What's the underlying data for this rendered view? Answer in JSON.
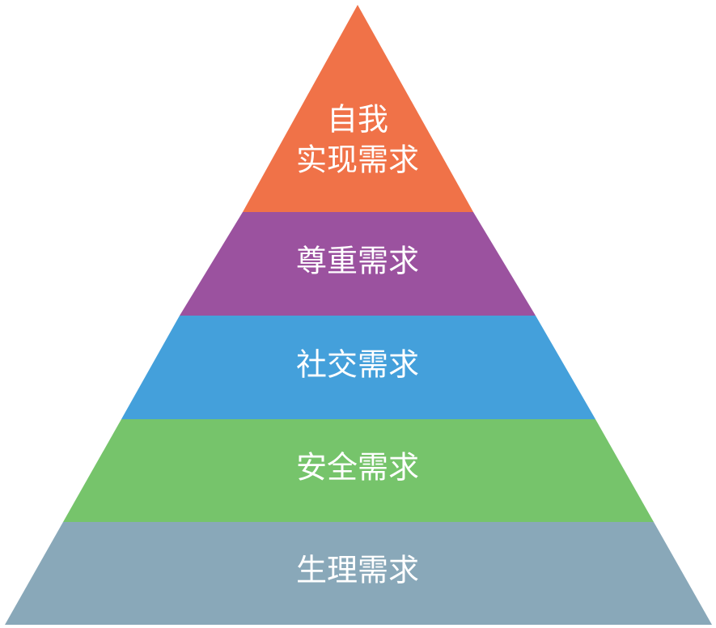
{
  "tiers": [
    {
      "key": "self-actualization",
      "lines": [
        "自我",
        "实现需求"
      ],
      "color": "#F07248"
    },
    {
      "key": "esteem",
      "lines": [
        "尊重需求"
      ],
      "color": "#9B529F"
    },
    {
      "key": "social",
      "lines": [
        "社交需求"
      ],
      "color": "#44A0DB"
    },
    {
      "key": "safety",
      "lines": [
        "安全需求"
      ],
      "color": "#76C46B"
    },
    {
      "key": "physiological",
      "lines": [
        "生理需求"
      ],
      "color": "#89A8B9"
    }
  ]
}
